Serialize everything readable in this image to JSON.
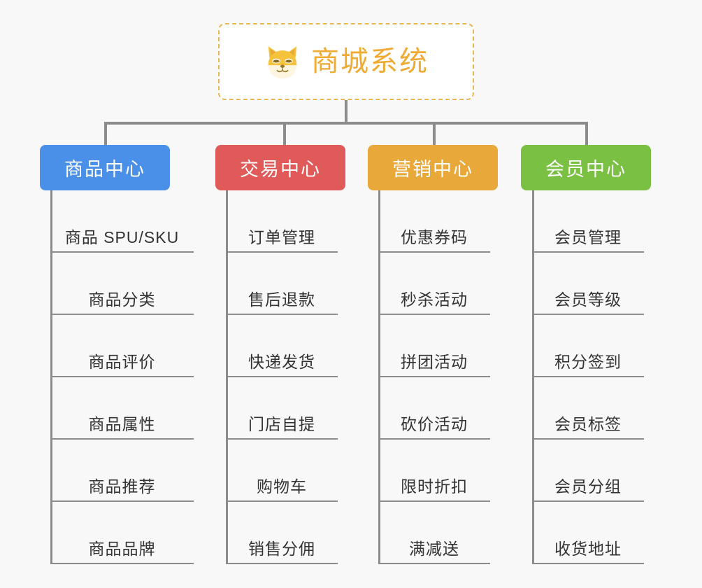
{
  "background_color": "#f8f8f8",
  "root": {
    "title": "商城系统",
    "icon": "shiba-dog-emoji",
    "text_color": "#eeaa33",
    "border_color": "#e8b75a",
    "fill_color": "#ffffff"
  },
  "line_color": "#8c8c8c",
  "columns": [
    {
      "label": "商品中心",
      "color": "#4a90e8",
      "items": [
        "商品 SPU/SKU",
        "商品分类",
        "商品评价",
        "商品属性",
        "商品推荐",
        "商品品牌"
      ]
    },
    {
      "label": "交易中心",
      "color": "#e05a5a",
      "items": [
        "订单管理",
        "售后退款",
        "快递发货",
        "门店自提",
        "购物车",
        "销售分佣"
      ]
    },
    {
      "label": "营销中心",
      "color": "#e8a83a",
      "items": [
        "优惠券码",
        "秒杀活动",
        "拼团活动",
        "砍价活动",
        "限时折扣",
        "满减送"
      ]
    },
    {
      "label": "会员中心",
      "color": "#7ac143",
      "items": [
        "会员管理",
        "会员等级",
        "积分签到",
        "会员标签",
        "会员分组",
        "收货地址"
      ]
    }
  ]
}
